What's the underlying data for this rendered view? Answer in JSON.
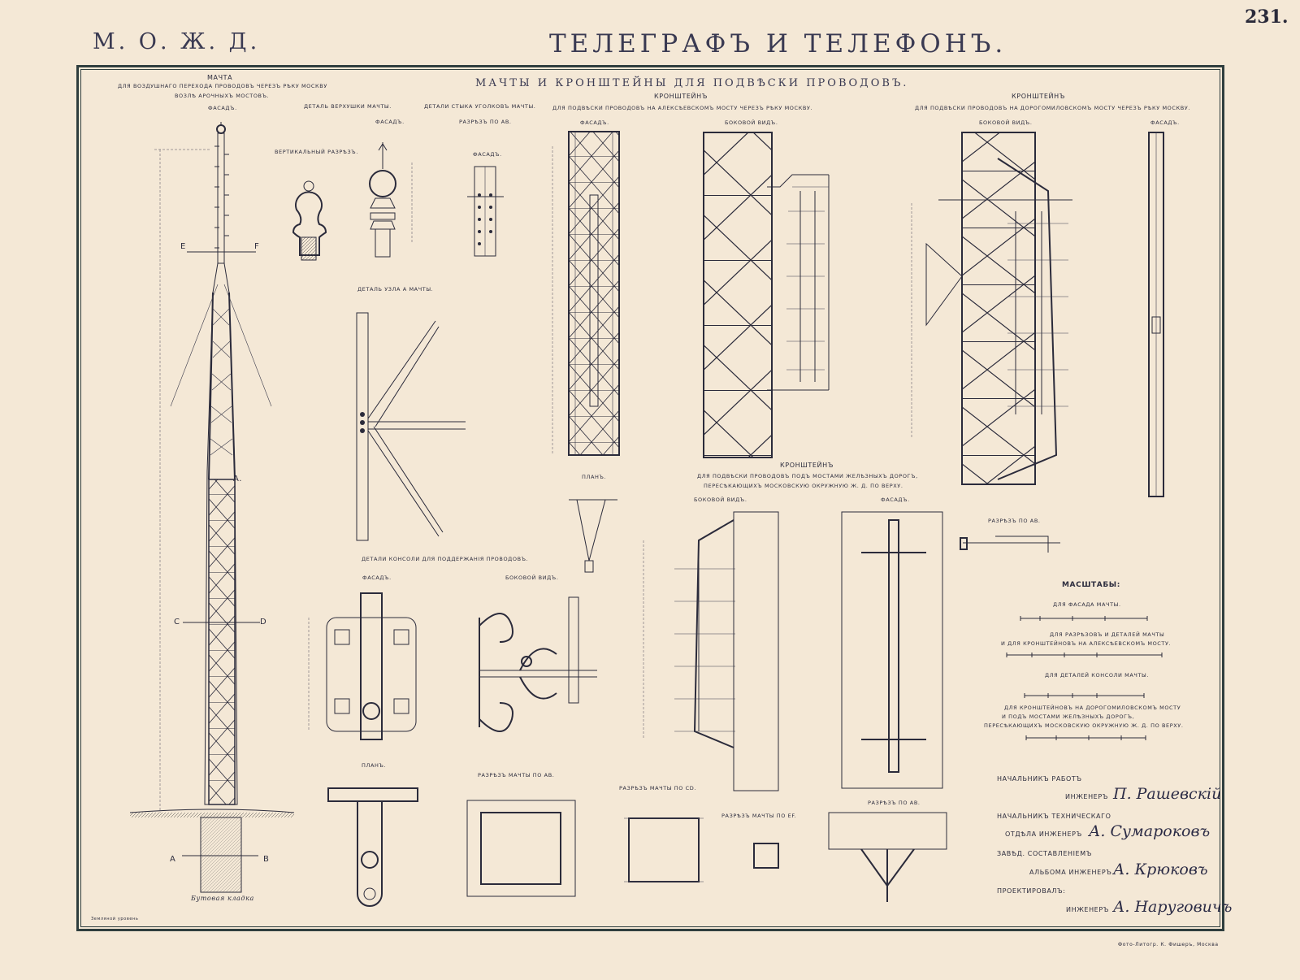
{
  "header": {
    "left": "М. О. Ж. Д.",
    "center": "ТЕЛЕГРАФЪ И ТЕЛЕФОНЪ.",
    "page_number": "231."
  },
  "sheet_title": "МАЧТЫ И КРОНШТЕЙНЫ ДЛЯ ПОДВѢСКИ ПРОВОДОВЪ.",
  "captions": {
    "mast_title": "МАЧТА",
    "mast_sub1": "ДЛЯ ВОЗДУШНАГО ПЕРЕХОДА ПРОВОДОВЪ ЧЕРЕЗЪ РѢКУ МОСКВУ",
    "mast_sub2": "ВОЗЛѢ АРОЧНЫХЪ МОСТОВЪ.",
    "mast_facade": "ФАСАДЪ.",
    "top_detail": "ДЕТАЛЬ ВЕРХУШКИ МАЧТЫ.",
    "vertical_section": "ВЕРТИКАЛЬНЫЙ РАЗРѢЗЪ.",
    "top_facade": "ФАСАДЪ.",
    "joint_detail": "ДЕТАЛИ СТЫКА УГОЛКОВЪ МАЧТЫ.",
    "joint_section": "РАЗРѢЗЪ ПО АВ.",
    "joint_facade": "ФАСАДЪ.",
    "node_detail": "ДЕТАЛЬ УЗЛА А МАЧТЫ.",
    "alex_title": "КРОНШТЕЙНЪ",
    "alex_sub": "ДЛЯ ПОДВѢСКИ ПРОВОДОВЪ НА АЛЕКСѢЕВСКОМЪ МОСТУ ЧЕРЕЗЪ РѢКУ МОСКВУ.",
    "alex_facade": "ФАСАДЪ.",
    "alex_side": "БОКОВОЙ ВИДЪ.",
    "dor_title": "КРОНШТЕЙНЪ",
    "dor_sub": "ДЛЯ ПОДВѢСКИ ПРОВОДОВЪ НА ДОРОГОМИЛОВСКОМЪ МОСТУ ЧЕРЕЗЪ РѢКУ МОСКВУ.",
    "dor_side": "БОКОВОЙ ВИДЪ.",
    "dor_facade": "ФАСАДЪ.",
    "plan_small": "ПЛАНЪ.",
    "rail_title": "КРОНШТЕЙНЪ",
    "rail_sub1": "ДЛЯ ПОДВѢСКИ ПРОВОДОВЪ ПОДЪ МОСТАМИ ЖЕЛѢЗНЫХЪ ДОРОГЪ,",
    "rail_sub2": "ПЕРЕСѢКАЮЩИХЪ МОСКОВСКУЮ ОКРУЖНУЮ Ж. Д. ПО ВЕРХУ.",
    "rail_side": "БОКОВОЙ ВИДЪ.",
    "rail_facade": "ФАСАДЪ.",
    "section_ab_right": "РАЗРѢЗЪ ПО АВ.",
    "console_title": "ДЕТАЛИ КОНСОЛИ ДЛЯ ПОДДЕРЖАНІЯ ПРОВОДОВЪ.",
    "console_facade": "ФАСАДЪ.",
    "console_side": "БОКОВОЙ ВИДЪ.",
    "console_plan": "ПЛАНЪ.",
    "mast_sec_ab": "РАЗРѢЗЪ МАЧТЫ ПО АВ.",
    "mast_sec_cd": "РАЗРѢЗЪ МАЧТЫ ПО CD.",
    "mast_sec_ef": "РАЗРѢЗЪ МАЧТЫ ПО EF.",
    "rail_sec_ab": "РАЗРѢЗЪ ПО АВ.",
    "foundation": "Бутовая кладка",
    "ground": "Земляной уровень"
  },
  "letters": {
    "E": "E",
    "F": "F",
    "A": "A.",
    "C": "C",
    "D": "D",
    "A2": "A",
    "B2": "B"
  },
  "scales": {
    "title": "МАСШТАБЫ:",
    "s1": "ДЛЯ ФАСАДА МАЧТЫ.",
    "s2a": "ДЛЯ РАЗРѢЗОВЪ И ДЕТАЛЕЙ МАЧТЫ",
    "s2b": "И ДЛЯ КРОНШТЕЙНОВЪ НА АЛЕКСѢЕВСКОМЪ МОСТУ.",
    "s3": "ДЛЯ ДЕТАЛЕЙ КОНСОЛИ МАЧТЫ.",
    "s4a": "ДЛЯ КРОНШТЕЙНОВЪ НА ДОРОГОМИЛОВСКОМЪ МОСТУ",
    "s4b": "И ПОДЪ МОСТАМИ ЖЕЛѢЗНЫХЪ ДОРОГЪ,",
    "s4c": "ПЕРЕСѢКАЮЩИХЪ МОСКОВСКУЮ ОКРУЖНУЮ Ж. Д. ПО ВЕРХУ."
  },
  "credits": {
    "r1_role": "НАЧАЛЬНИКЪ РАБОТЪ",
    "r1_title": "ИНЖЕНЕРЪ",
    "r1_name": "П. Рашевскій",
    "r2_role": "НАЧАЛЬНИКЪ ТЕХНИЧЕСКАГО",
    "r2_title": "ОТДѢЛА ИНЖЕНЕРЪ",
    "r2_name": "А. Сумароковъ",
    "r3_role": "ЗАВѢД. СОСТАВЛЕНІЕМЪ",
    "r3_title": "АЛЬБОМА ИНЖЕНЕРЪ",
    "r3_name": "А. Крюковъ",
    "r4_role": "ПРОЕКТИРОВАЛЪ:",
    "r4_title": "ИНЖЕНЕРЪ",
    "r4_name": "А. Наруговичъ"
  },
  "printer": "Фото-Литогр. К. Фишеръ, Москва"
}
